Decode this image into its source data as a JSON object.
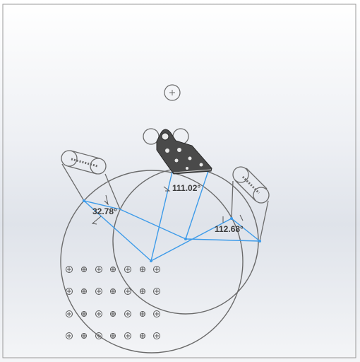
{
  "sketch": {
    "angles": [
      {
        "name": "angle-dimension-left",
        "text": "32.78°"
      },
      {
        "name": "angle-dimension-center",
        "text": "111.02°"
      },
      {
        "name": "angle-dimension-right",
        "text": "112.68°"
      }
    ]
  },
  "colors": {
    "sketch_geometry": "#6b6b6b",
    "construction_lines": "#3d9be9",
    "part_body": "#3a3a3a"
  },
  "icons": [
    "origin-icon",
    "hole-pattern-icon"
  ]
}
